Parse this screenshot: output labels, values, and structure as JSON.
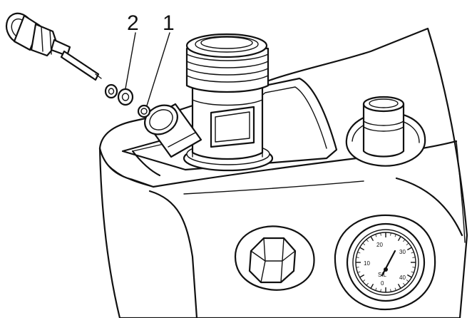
{
  "callouts": [
    {
      "id": "callout-2",
      "label": "2"
    },
    {
      "id": "callout-1",
      "label": "1"
    }
  ],
  "gauge": {
    "scale_labels": [
      "10",
      "20",
      "30",
      "40",
      "0"
    ],
    "brand": "SIL"
  },
  "colors": {
    "line": "#111111",
    "background": "#ffffff"
  }
}
